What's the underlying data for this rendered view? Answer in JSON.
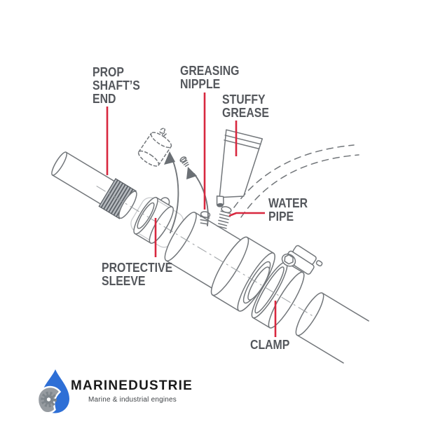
{
  "diagram": {
    "labels": [
      {
        "id": "prop-shafts-end",
        "lines": [
          "PROP",
          "SHAFT’S",
          "END"
        ]
      },
      {
        "id": "greasing-nipple",
        "lines": [
          "GREASING",
          "NIPPLE"
        ]
      },
      {
        "id": "stuffy-grease",
        "lines": [
          "STUFFY",
          "GREASE"
        ]
      },
      {
        "id": "water-pipe",
        "lines": [
          "WATER",
          "PIPE"
        ]
      },
      {
        "id": "protective-sleeve",
        "lines": [
          "PROTECTIVE",
          "SLEEVE"
        ]
      },
      {
        "id": "clamp",
        "lines": [
          "CLAMP"
        ]
      }
    ],
    "colors": {
      "leader_line_red": "#d8283f",
      "line_gray": "#72767a",
      "label_text": "#54575c"
    }
  },
  "logo": {
    "brand": "MARINEDUSTRIE",
    "tagline": "Marine & industrial engines",
    "colors": {
      "drop_blue": "#2e6fd6",
      "drop_gray": "#969ba0",
      "gear_gray": "#7e858b",
      "text": "#1b1b1b"
    }
  }
}
